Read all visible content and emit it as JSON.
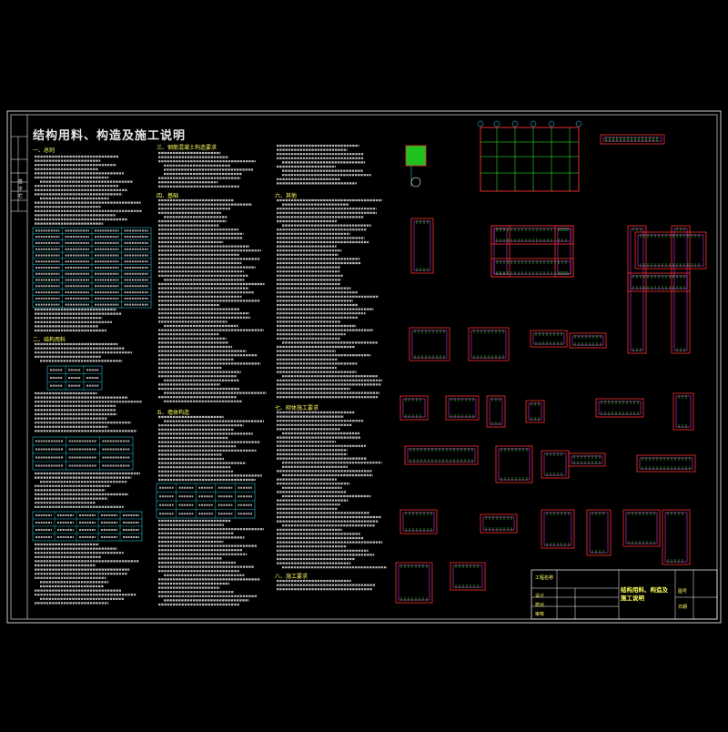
{
  "colors": {
    "background": "#000000",
    "frame": "#ffffff",
    "text_main": "#e6e6e6",
    "text_yellow": "#ffff60",
    "line_red": "#ff3030",
    "line_cyan": "#30e0ff",
    "line_magenta": "#ff40ff",
    "line_green": "#30ff30",
    "hatch_green": "#20c020"
  },
  "drawing": {
    "title": "结构用料、构造及施工说明",
    "sections": [
      {
        "id": "s1",
        "heading": "一、总则"
      },
      {
        "id": "s2",
        "heading": "二、结构用料"
      },
      {
        "id": "s3",
        "heading": "三、钢筋混凝土构造要求"
      },
      {
        "id": "s4",
        "heading": "四、基础"
      },
      {
        "id": "s5",
        "heading": "五、墙体构造"
      },
      {
        "id": "s6",
        "heading": "六、其他"
      },
      {
        "id": "s7",
        "heading": "七、砌体施工要求"
      },
      {
        "id": "s8",
        "heading": "八、施工要求"
      }
    ],
    "sidebar": {
      "stamp_labels": [
        "签",
        "字",
        "栏"
      ]
    },
    "title_block": {
      "drawing_name": "结构用料、构造及施工说明",
      "row_labels": [
        "工程名称",
        "设计",
        "校对",
        "审核"
      ],
      "right_labels": [
        "图号",
        "日期"
      ]
    }
  }
}
